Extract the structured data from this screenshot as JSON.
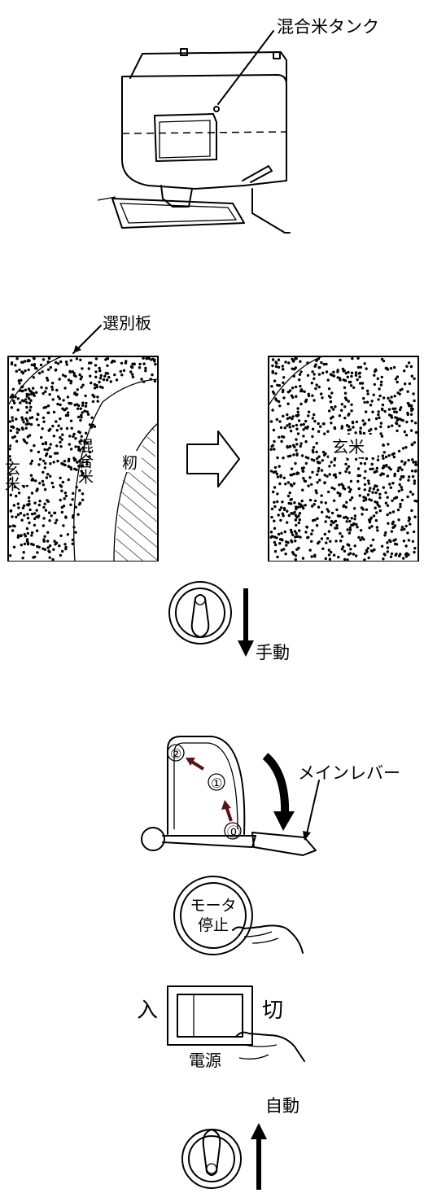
{
  "figures": {
    "tank": {
      "label": "混合米タンク"
    },
    "sorting": {
      "plate_label": "選別板",
      "left_regions": {
        "brown_rice": "玄米",
        "mixed_rice": "混合米",
        "paddy": "籾"
      },
      "right_region": "玄米"
    },
    "manual_switch": {
      "label": "手動"
    },
    "main_lever": {
      "label": "メインレバー",
      "positions": [
        "②",
        "①",
        "⓪"
      ]
    },
    "motor_stop": {
      "line1": "モータ",
      "line2": "停止"
    },
    "power_switch": {
      "on": "入",
      "off": "切",
      "name": "電源"
    },
    "auto_switch": {
      "label": "自動"
    }
  },
  "colors": {
    "ink": "#000000",
    "arrow_accent": "#5a1414",
    "paper": "#ffffff"
  }
}
